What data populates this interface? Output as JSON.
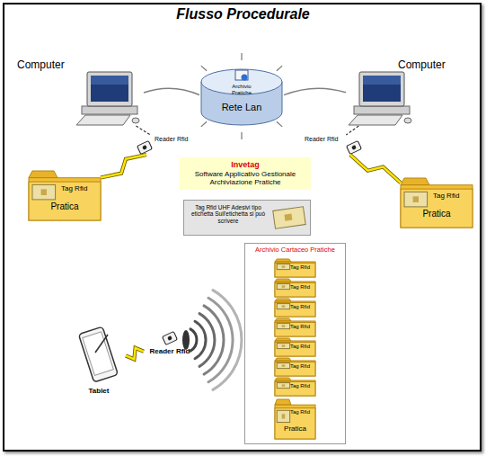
{
  "diagram": {
    "title": "Flusso Procedurale",
    "nodes": [
      {
        "text": [
          "Computer"
        ]
      },
      {
        "text": [
          "Archivio Pratiche",
          "Rete Lan"
        ]
      },
      {
        "text": [
          "Computer"
        ]
      },
      {
        "text": [
          "Reader Rfid"
        ]
      },
      {
        "text": [
          "Reader Rfid"
        ]
      },
      {
        "text": [
          "Invetag",
          "Software Applicativo Gestionale Archiviazione Pratiche"
        ]
      },
      {
        "text": [
          "Tag Rfid",
          "Pratica"
        ]
      },
      {
        "text": [
          "Tag Rfid",
          "Pratica"
        ]
      },
      {
        "text": [
          "Tag Rfid UHF Adesivi tipo etichetta Sull'etichetta si può scrivere"
        ]
      },
      {
        "text": [
          "Archivio Cartaceo Pratiche"
        ]
      },
      {
        "text": [
          "Tag Rfid"
        ],
        "in": 9
      },
      {
        "text": [
          "Tag Rfid"
        ],
        "in": 9
      },
      {
        "text": [
          "Tag Rfid"
        ],
        "in": 9
      },
      {
        "text": [
          "Tag Rfid"
        ],
        "in": 9
      },
      {
        "text": [
          "Tag Rfid"
        ],
        "in": 9
      },
      {
        "text": [
          "Tag Rfid"
        ],
        "in": 9
      },
      {
        "text": [
          "Tag Rfid"
        ],
        "in": 9
      },
      {
        "text": [
          "Tag Rfid",
          "Pratica"
        ],
        "in": 9
      },
      {
        "text": [
          "Tablet"
        ]
      },
      {
        "text": [
          "Reader Rfid"
        ]
      }
    ],
    "edges": [
      {
        "from": 0,
        "to": 1,
        "arrow": "none"
      },
      {
        "from": 1,
        "to": 2,
        "arrow": "none"
      },
      {
        "from": 0,
        "to": 3,
        "arrow": "none"
      },
      {
        "from": 2,
        "to": 4,
        "arrow": "none"
      },
      {
        "from": 3,
        "to": 6,
        "arrow": "none"
      },
      {
        "from": 4,
        "to": 7,
        "arrow": "none"
      },
      {
        "from": 18,
        "to": 19,
        "arrow": "none"
      }
    ]
  }
}
